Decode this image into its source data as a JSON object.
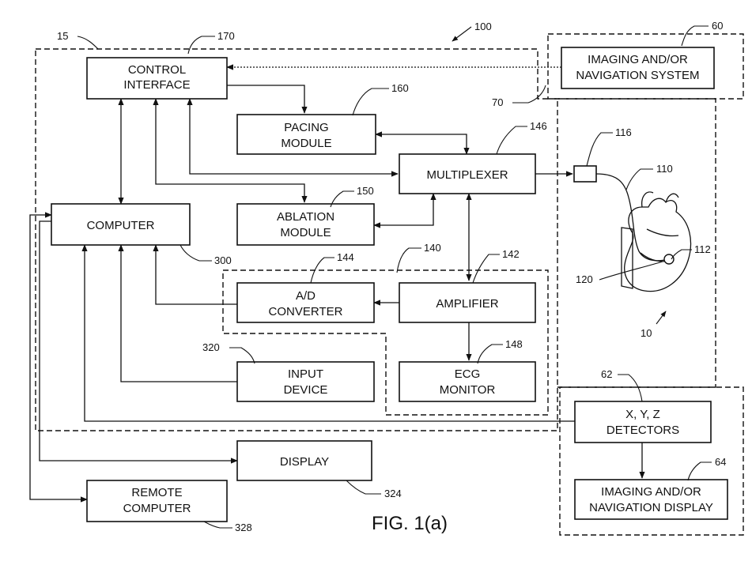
{
  "blocks": {
    "control_interface": [
      "CONTROL",
      "INTERFACE"
    ],
    "pacing_module": [
      "PACING",
      "MODULE"
    ],
    "multiplexer": [
      "MULTIPLEXER"
    ],
    "computer": [
      "COMPUTER"
    ],
    "ablation_module": [
      "ABLATION",
      "MODULE"
    ],
    "ad_converter": [
      "A/D",
      "CONVERTER"
    ],
    "amplifier": [
      "AMPLIFIER"
    ],
    "input_device": [
      "INPUT",
      "DEVICE"
    ],
    "ecg_monitor": [
      "ECG",
      "MONITOR"
    ],
    "display": [
      "DISPLAY"
    ],
    "remote_computer": [
      "REMOTE",
      "COMPUTER"
    ],
    "imaging_nav_system": [
      "IMAGING AND/OR",
      "NAVIGATION SYSTEM"
    ],
    "xyz_detectors": [
      "X, Y, Z",
      "DETECTORS"
    ],
    "imaging_nav_display": [
      "IMAGING AND/OR",
      "NAVIGATION DISPLAY"
    ]
  },
  "refs": {
    "r15": "15",
    "r170": "170",
    "r100": "100",
    "r60": "60",
    "r70": "70",
    "r160": "160",
    "r146": "146",
    "r116": "116",
    "r110": "110",
    "r150": "150",
    "r112": "112",
    "r300": "300",
    "r144": "144",
    "r140": "140",
    "r142": "142",
    "r120": "120",
    "r10": "10",
    "r320": "320",
    "r148": "148",
    "r62": "62",
    "r64": "64",
    "r324": "324",
    "r328": "328"
  },
  "figure_label": "FIG. 1(a)"
}
